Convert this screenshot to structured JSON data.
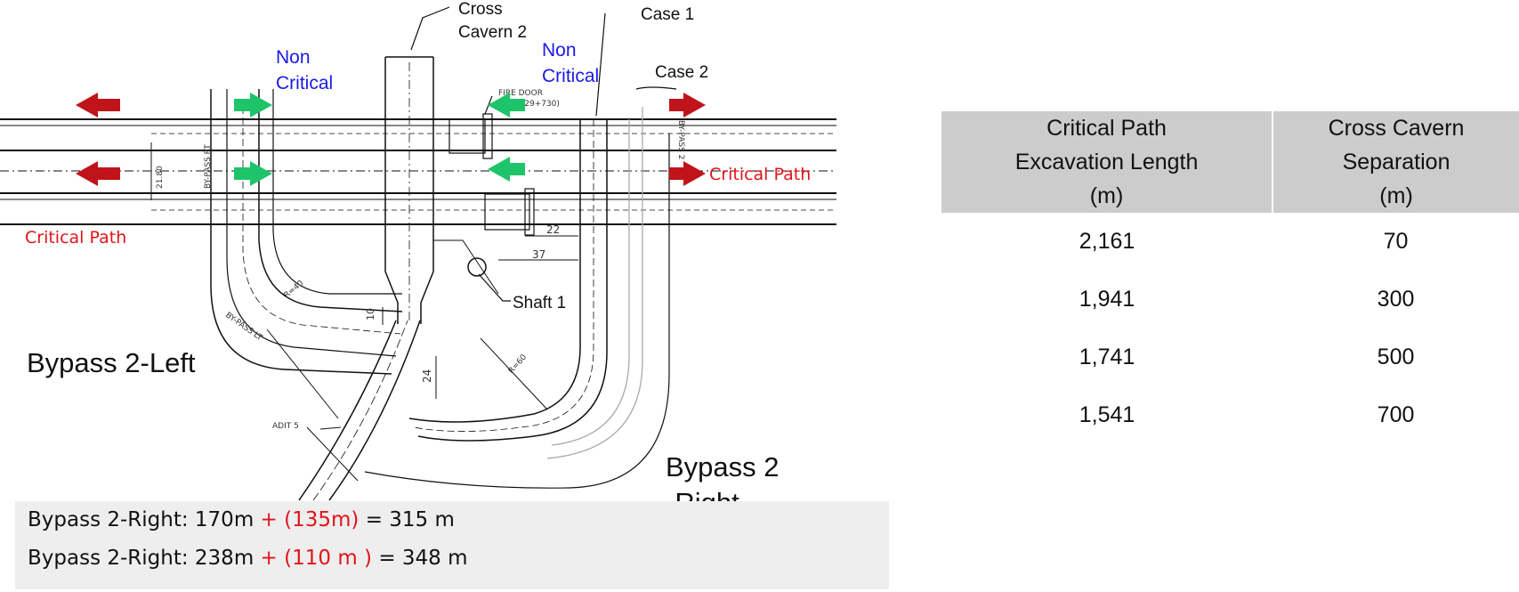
{
  "labels": {
    "cross_cavern_2": [
      "Cross",
      "Cavern 2"
    ],
    "case_1": "Case 1",
    "case_2": "Case 2",
    "non_critical_left": [
      "Non",
      "Critical"
    ],
    "non_critical_right": [
      "Non",
      "Critical"
    ],
    "critical_path_left": "Critical Path",
    "critical_path_right": "Critical Path",
    "shaft_1": "Shaft 1",
    "bypass_left": "Bypass 2-Left",
    "bypass_right": [
      "Bypass 2",
      "-Right"
    ],
    "fire_door": [
      "FIRE DOOR",
      "(129+730)"
    ],
    "adit": "ADIT 5",
    "dim_22": "22",
    "dim_37": "37",
    "dim_24": "24",
    "dim_10": "10",
    "dim_r60": "R=60",
    "dim_r40": "R=40",
    "dim_2180": "21.80",
    "small_bypass_1": "BY-PASS RT",
    "small_bypass_2": "BY-PASS 2",
    "small_tunnel": "BY-PASS LT"
  },
  "formulas": [
    {
      "base": "Bypass 2-Right: 170m  ",
      "extra": "+ (135m)",
      "result": " = 315 m"
    },
    {
      "base": "Bypass 2-Right: 238m ",
      "extra": "+ (110 m )",
      "result": " = 348 m"
    }
  ],
  "table": {
    "headers": [
      [
        "Critical Path",
        "Excavation Length",
        "(m)"
      ],
      [
        "Cross Cavern",
        "Separation",
        "(m)"
      ]
    ],
    "rows": [
      [
        "2,161",
        "70"
      ],
      [
        "1,941",
        "300"
      ],
      [
        "1,741",
        "500"
      ],
      [
        "1,541",
        "700"
      ]
    ]
  },
  "colors": {
    "critical_arrow": "#c0141a",
    "noncritical_arrow": "#1dc46a",
    "noncritical_text": "#1a1ae6",
    "critical_text": "#e0151b",
    "table_header_bg": "#cccccc"
  }
}
